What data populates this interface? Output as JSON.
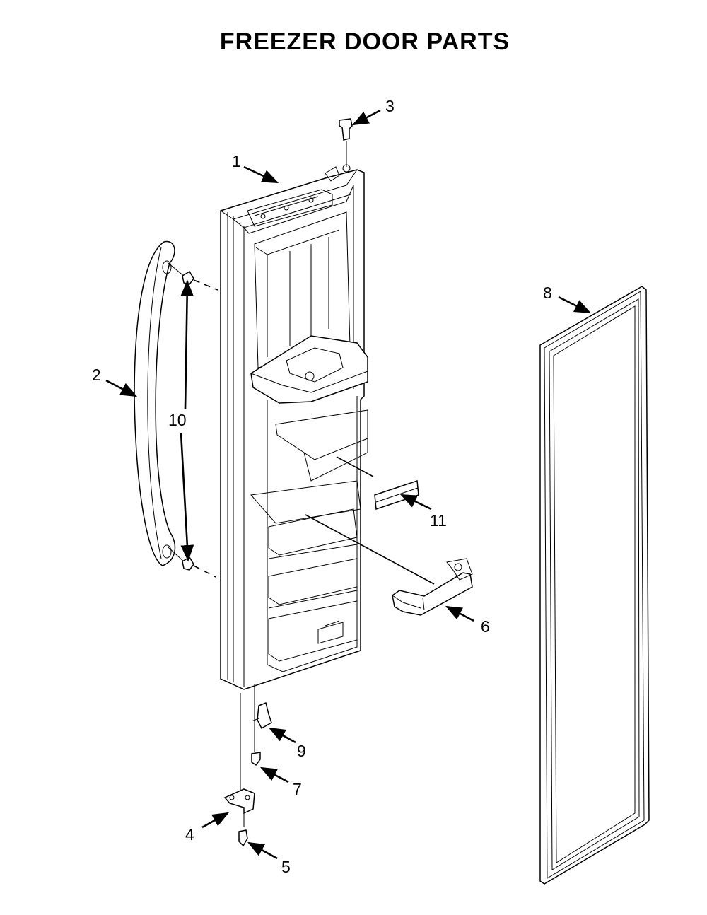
{
  "title": "FREEZER DOOR PARTS",
  "callouts": [
    {
      "id": "1",
      "text": "1"
    },
    {
      "id": "2",
      "text": "2"
    },
    {
      "id": "3",
      "text": "3"
    },
    {
      "id": "4",
      "text": "4"
    },
    {
      "id": "5",
      "text": "5"
    },
    {
      "id": "6",
      "text": "6"
    },
    {
      "id": "7",
      "text": "7"
    },
    {
      "id": "8",
      "text": "8"
    },
    {
      "id": "9",
      "text": "9"
    },
    {
      "id": "10",
      "text": "10"
    },
    {
      "id": "11",
      "text": "11"
    }
  ]
}
